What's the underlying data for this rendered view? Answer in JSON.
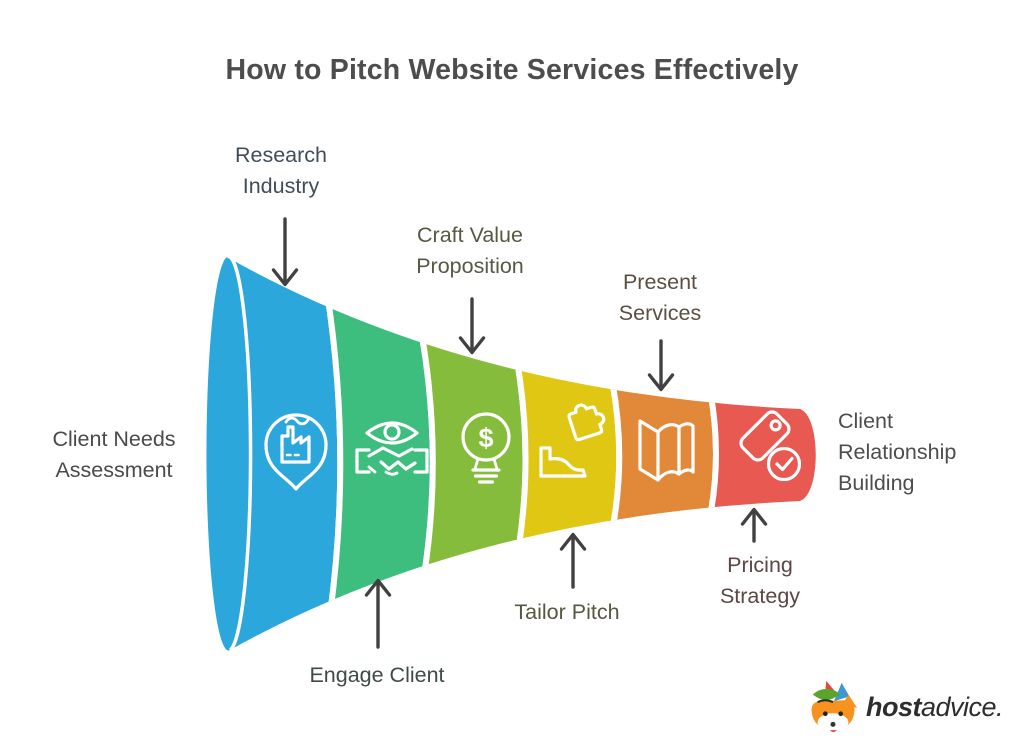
{
  "title": {
    "text": "How to Pitch Website Services Effectively",
    "color": "#4d4d4d"
  },
  "funnel": {
    "stages": [
      {
        "label_lines": [
          "Research",
          "Industry"
        ],
        "label_position": "top",
        "label_color": "#3f4e59",
        "color": "#2ba7dc",
        "icon": "location-pin-factory-icon"
      },
      {
        "label_lines": [
          "Engage Client"
        ],
        "label_position": "bottom",
        "label_color": "#3e4b46",
        "color": "#3dbe7e",
        "icon": "handshake-eye-icon"
      },
      {
        "label_lines": [
          "Craft Value",
          "Proposition"
        ],
        "label_position": "top",
        "label_color": "#565a43",
        "color": "#85bc3b",
        "icon": "lightbulb-dollar-icon",
        "icon_glyph": "$"
      },
      {
        "label_lines": [
          "Tailor Pitch"
        ],
        "label_position": "bottom",
        "label_color": "#575741",
        "color": "#e0c713",
        "icon": "hand-puzzle-icon"
      },
      {
        "label_lines": [
          "Present",
          "Services"
        ],
        "label_position": "top",
        "label_color": "#5a4f41",
        "color": "#e18938",
        "icon": "open-book-icon"
      },
      {
        "label_lines": [
          "Pricing",
          "Strategy"
        ],
        "label_position": "bottom",
        "label_color": "#5c4644",
        "color": "#e85951",
        "icon": "price-tag-check-icon"
      }
    ],
    "entry_label": {
      "lines": [
        "Client Needs",
        "Assessment"
      ],
      "color": "#4a4a4a"
    },
    "exit_label": {
      "lines": [
        "Client",
        "Relationship",
        "Building"
      ],
      "color": "#4d4d4d"
    },
    "separator_color": "#ffffff",
    "arrow_color": "#414141"
  },
  "logo": {
    "brand_bold": "host",
    "brand_light": "advice."
  }
}
